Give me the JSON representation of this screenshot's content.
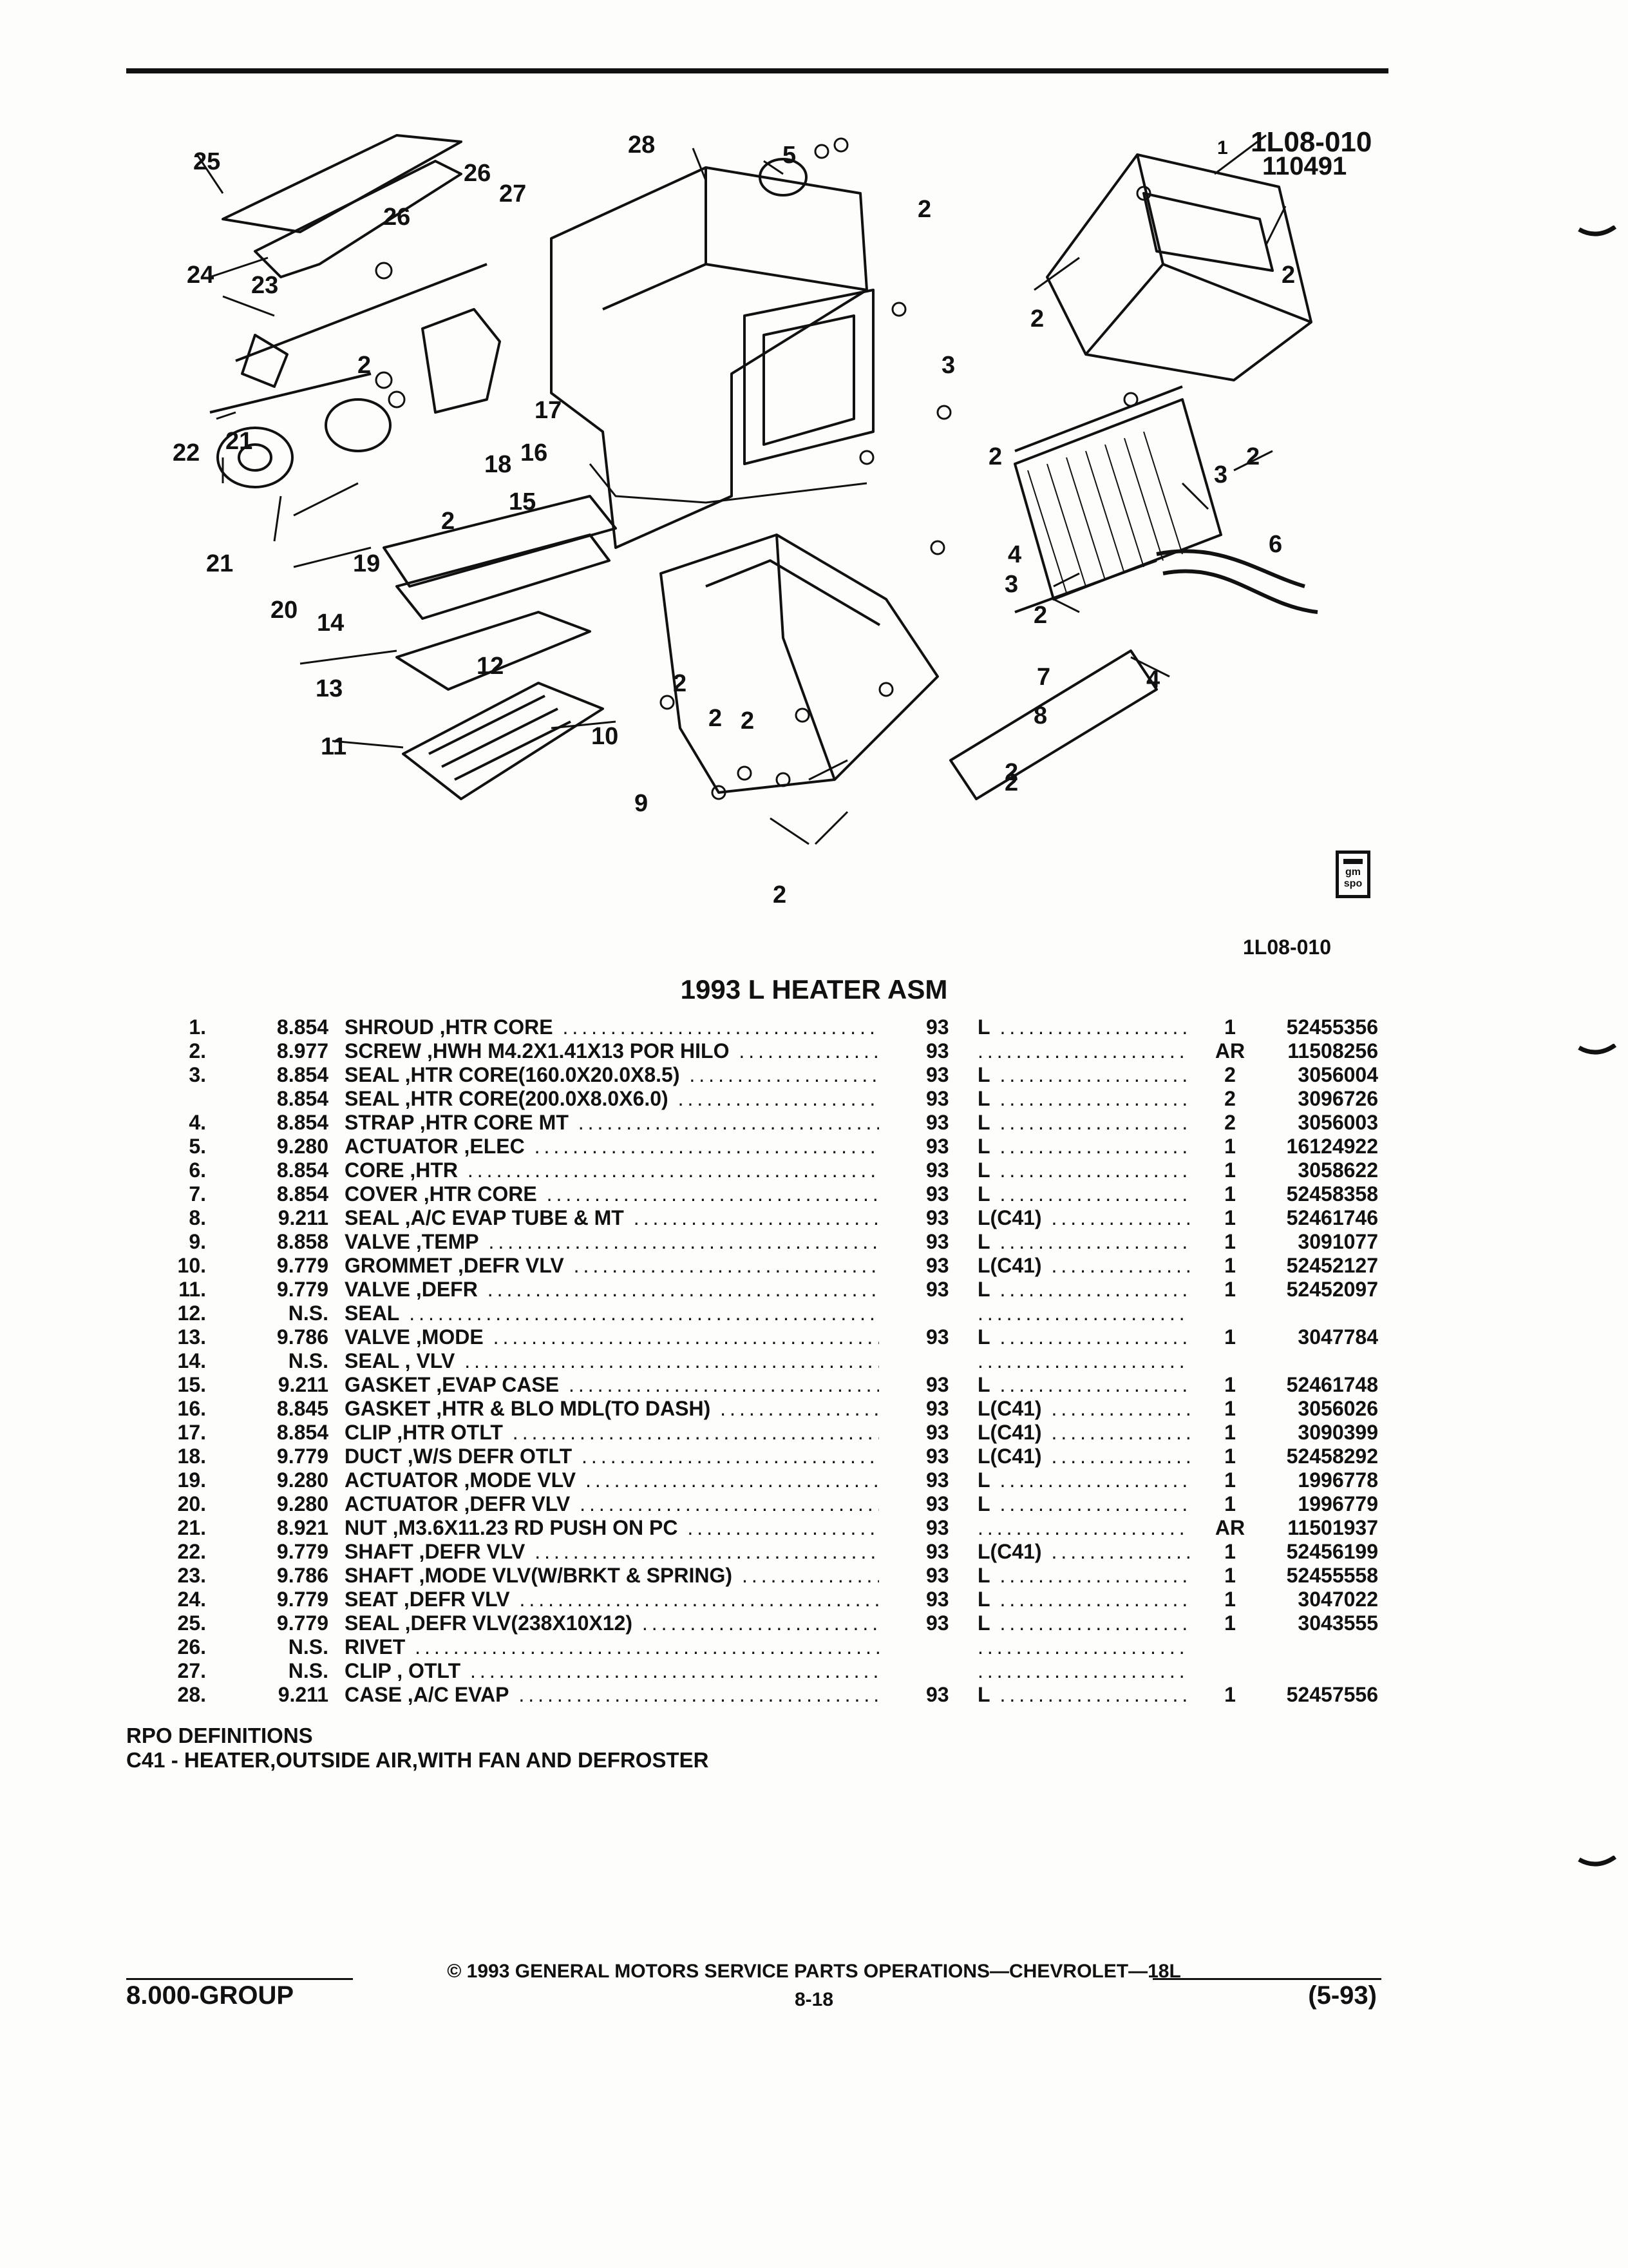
{
  "figure": {
    "code": "1L08-010",
    "code_top": "1L08-010",
    "date_code": "110491",
    "logo_text": [
      "gm",
      "spo"
    ],
    "callouts": [
      "1",
      "2",
      "2",
      "2",
      "2",
      "2",
      "2",
      "2",
      "2",
      "2",
      "2",
      "2",
      "2",
      "2",
      "2",
      "3",
      "3",
      "3",
      "4",
      "4",
      "5",
      "6",
      "7",
      "8",
      "9",
      "10",
      "11",
      "12",
      "13",
      "14",
      "15",
      "16",
      "17",
      "18",
      "19",
      "20",
      "21",
      "21",
      "22",
      "23",
      "24",
      "25",
      "26",
      "26",
      "27",
      "28"
    ]
  },
  "title": "1993 L HEATER ASM",
  "parts": [
    {
      "num": "1.",
      "group": "8.854",
      "desc": "SHROUD ,HTR CORE",
      "year": "93",
      "model": "L",
      "qty": "1",
      "part": "52455356"
    },
    {
      "num": "2.",
      "group": "8.977",
      "desc": "SCREW ,HWH M4.2X1.41X13 POR HILO",
      "year": "93",
      "model": "",
      "qty": "AR",
      "part": "11508256"
    },
    {
      "num": "3.",
      "group": "8.854",
      "desc": "SEAL ,HTR CORE(160.0X20.0X8.5)",
      "year": "93",
      "model": "L",
      "qty": "2",
      "part": "3056004"
    },
    {
      "num": "",
      "group": "8.854",
      "desc": "SEAL ,HTR CORE(200.0X8.0X6.0)",
      "year": "93",
      "model": "L",
      "qty": "2",
      "part": "3096726"
    },
    {
      "num": "4.",
      "group": "8.854",
      "desc": "STRAP ,HTR CORE MT",
      "year": "93",
      "model": "L",
      "qty": "2",
      "part": "3056003"
    },
    {
      "num": "5.",
      "group": "9.280",
      "desc": "ACTUATOR ,ELEC",
      "year": "93",
      "model": "L",
      "qty": "1",
      "part": "16124922"
    },
    {
      "num": "6.",
      "group": "8.854",
      "desc": "CORE ,HTR",
      "year": "93",
      "model": "L",
      "qty": "1",
      "part": "3058622"
    },
    {
      "num": "7.",
      "group": "8.854",
      "desc": "COVER ,HTR CORE",
      "year": "93",
      "model": "L",
      "qty": "1",
      "part": "52458358"
    },
    {
      "num": "8.",
      "group": "9.211",
      "desc": "SEAL ,A/C EVAP TUBE & MT",
      "year": "93",
      "model": "L(C41)",
      "qty": "1",
      "part": "52461746"
    },
    {
      "num": "9.",
      "group": "8.858",
      "desc": "VALVE ,TEMP",
      "year": "93",
      "model": "L",
      "qty": "1",
      "part": "3091077"
    },
    {
      "num": "10.",
      "group": "9.779",
      "desc": "GROMMET ,DEFR VLV",
      "year": "93",
      "model": "L(C41)",
      "qty": "1",
      "part": "52452127"
    },
    {
      "num": "11.",
      "group": "9.779",
      "desc": "VALVE ,DEFR",
      "year": "93",
      "model": "L",
      "qty": "1",
      "part": "52452097"
    },
    {
      "num": "12.",
      "group": "N.S.",
      "desc": "SEAL",
      "year": "",
      "model": "",
      "qty": "",
      "part": ""
    },
    {
      "num": "13.",
      "group": "9.786",
      "desc": "VALVE ,MODE",
      "year": "93",
      "model": "L",
      "qty": "1",
      "part": "3047784"
    },
    {
      "num": "14.",
      "group": "N.S.",
      "desc": "SEAL , VLV",
      "year": "",
      "model": "",
      "qty": "",
      "part": ""
    },
    {
      "num": "15.",
      "group": "9.211",
      "desc": "GASKET ,EVAP CASE",
      "year": "93",
      "model": "L",
      "qty": "1",
      "part": "52461748"
    },
    {
      "num": "16.",
      "group": "8.845",
      "desc": "GASKET ,HTR & BLO MDL(TO DASH)",
      "year": "93",
      "model": "L(C41)",
      "qty": "1",
      "part": "3056026"
    },
    {
      "num": "17.",
      "group": "8.854",
      "desc": "CLIP ,HTR OTLT",
      "year": "93",
      "model": "L(C41)",
      "qty": "1",
      "part": "3090399"
    },
    {
      "num": "18.",
      "group": "9.779",
      "desc": "DUCT ,W/S DEFR OTLT",
      "year": "93",
      "model": "L(C41)",
      "qty": "1",
      "part": "52458292"
    },
    {
      "num": "19.",
      "group": "9.280",
      "desc": "ACTUATOR ,MODE VLV",
      "year": "93",
      "model": "L",
      "qty": "1",
      "part": "1996778"
    },
    {
      "num": "20.",
      "group": "9.280",
      "desc": "ACTUATOR ,DEFR VLV",
      "year": "93",
      "model": "L",
      "qty": "1",
      "part": "1996779"
    },
    {
      "num": "21.",
      "group": "8.921",
      "desc": "NUT ,M3.6X11.23 RD PUSH ON PC",
      "year": "93",
      "model": "",
      "qty": "AR",
      "part": "11501937"
    },
    {
      "num": "22.",
      "group": "9.779",
      "desc": "SHAFT ,DEFR VLV",
      "year": "93",
      "model": "L(C41)",
      "qty": "1",
      "part": "52456199"
    },
    {
      "num": "23.",
      "group": "9.786",
      "desc": "SHAFT ,MODE VLV(W/BRKT & SPRING)",
      "year": "93",
      "model": "L",
      "qty": "1",
      "part": "52455558"
    },
    {
      "num": "24.",
      "group": "9.779",
      "desc": "SEAT ,DEFR VLV",
      "year": "93",
      "model": "L",
      "qty": "1",
      "part": "3047022"
    },
    {
      "num": "25.",
      "group": "9.779",
      "desc": "SEAL ,DEFR VLV(238X10X12)",
      "year": "93",
      "model": "L",
      "qty": "1",
      "part": "3043555"
    },
    {
      "num": "26.",
      "group": "N.S.",
      "desc": "RIVET",
      "year": "",
      "model": "",
      "qty": "",
      "part": ""
    },
    {
      "num": "27.",
      "group": "N.S.",
      "desc": "CLIP , OTLT",
      "year": "",
      "model": "",
      "qty": "",
      "part": ""
    },
    {
      "num": "28.",
      "group": "9.211",
      "desc": "CASE ,A/C EVAP",
      "year": "93",
      "model": "L",
      "qty": "1",
      "part": "52457556"
    }
  ],
  "rpo": {
    "heading": "RPO DEFINITIONS",
    "definition": "C41 - HEATER,OUTSIDE AIR,WITH FAN AND DEFROSTER"
  },
  "footer": {
    "copyright": "© 1993 GENERAL MOTORS SERVICE PARTS OPERATIONS—CHEVROLET—18L",
    "group": "8.000-GROUP",
    "page": "8-18",
    "date": "(5-93)"
  }
}
